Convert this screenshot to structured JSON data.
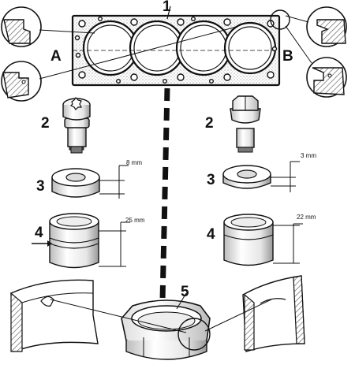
{
  "labels": {
    "gasket": "1",
    "side_a": "A",
    "side_b": "B",
    "bolt_left": "2",
    "bolt_right": "2",
    "washer_left": "3",
    "washer_right": "3",
    "sleeve_left": "4",
    "sleeve_right": "4",
    "dowel": "5"
  },
  "dimensions": {
    "washer_left": "8 mm",
    "washer_right": "3 mm",
    "sleeve_left": "25 mm",
    "sleeve_right": "22 mm"
  },
  "colors": {
    "ink": "#111111",
    "hatch": "#777777",
    "shade": "#cfcfcf",
    "paper": "#ffffff"
  }
}
